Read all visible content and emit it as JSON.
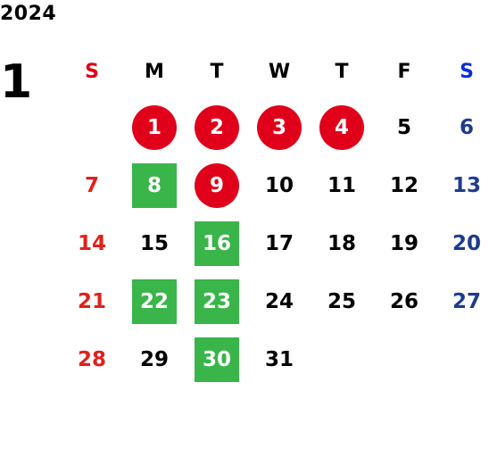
{
  "calendar": {
    "year": "2024",
    "month": "1",
    "weekdays": [
      "S",
      "M",
      "T",
      "W",
      "T",
      "F",
      "S"
    ],
    "weeks": [
      [
        {
          "d": ""
        },
        {
          "d": "1",
          "m": "circle-red"
        },
        {
          "d": "2",
          "m": "circle-red"
        },
        {
          "d": "3",
          "m": "circle-red"
        },
        {
          "d": "4",
          "m": "circle-red"
        },
        {
          "d": "5"
        },
        {
          "d": "6"
        }
      ],
      [
        {
          "d": "7"
        },
        {
          "d": "8",
          "m": "square-green"
        },
        {
          "d": "9",
          "m": "circle-red"
        },
        {
          "d": "10"
        },
        {
          "d": "11"
        },
        {
          "d": "12"
        },
        {
          "d": "13"
        }
      ],
      [
        {
          "d": "14"
        },
        {
          "d": "15"
        },
        {
          "d": "16",
          "m": "square-green"
        },
        {
          "d": "17"
        },
        {
          "d": "18"
        },
        {
          "d": "19"
        },
        {
          "d": "20"
        }
      ],
      [
        {
          "d": "21"
        },
        {
          "d": "22",
          "m": "square-green"
        },
        {
          "d": "23",
          "m": "square-green"
        },
        {
          "d": "24"
        },
        {
          "d": "25"
        },
        {
          "d": "26"
        },
        {
          "d": "27"
        }
      ],
      [
        {
          "d": "28"
        },
        {
          "d": "29"
        },
        {
          "d": "30",
          "m": "square-green"
        },
        {
          "d": "31"
        },
        {
          "d": ""
        },
        {
          "d": ""
        },
        {
          "d": ""
        }
      ]
    ]
  },
  "colors": {
    "sunday_header": "#e00014",
    "saturday_header": "#0a2fd6",
    "sunday_date": "#e1211b",
    "saturday_date": "#1e3c8c",
    "holiday_circle": "#e0001a",
    "closed_square": "#39b54a",
    "text": "#000000"
  }
}
